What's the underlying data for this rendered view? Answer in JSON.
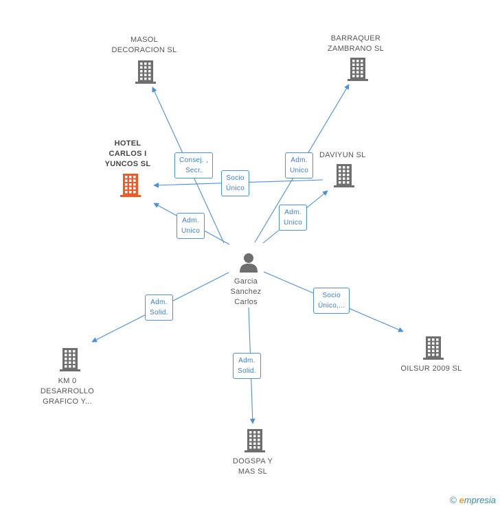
{
  "colors": {
    "edge": "#4a8fdc",
    "building": "#6e6e6e",
    "building_main": "#f05a28",
    "person": "#6e6e6e"
  },
  "center": {
    "lines": [
      "Garcia",
      "Sanchez",
      "Carlos"
    ],
    "icon": "person-icon"
  },
  "nodes": [
    {
      "id": "masol",
      "lines": [
        "MASOL",
        "DECORACION SL"
      ],
      "icon": "building-icon",
      "main": false
    },
    {
      "id": "barraquer",
      "lines": [
        "BARRAQUER",
        "ZAMBRANO  SL"
      ],
      "icon": "building-icon",
      "main": false
    },
    {
      "id": "hotel",
      "lines": [
        "HOTEL",
        "CARLOS I",
        "YUNCOS  SL"
      ],
      "icon": "building-icon",
      "main": true
    },
    {
      "id": "daviyun",
      "lines": [
        "DAVIYUN SL"
      ],
      "icon": "building-icon",
      "main": false
    },
    {
      "id": "km0",
      "lines": [
        "KM 0",
        "DESARROLLO",
        "GRAFICO Y..."
      ],
      "icon": "building-icon",
      "main": false
    },
    {
      "id": "oilsur",
      "lines": [
        "OILSUR 2009 SL"
      ],
      "icon": "building-icon",
      "main": false
    },
    {
      "id": "dogspa",
      "lines": [
        "DOGSPA Y",
        "MAS  SL"
      ],
      "icon": "building-icon",
      "main": false
    }
  ],
  "edges": [
    {
      "to": "masol",
      "lines": [
        "Consej. ,",
        "Secr."
      ]
    },
    {
      "to": "barraquer",
      "lines": [
        "Adm.",
        "Unico"
      ]
    },
    {
      "to": "hotel",
      "lines": [
        "Adm.",
        "Unico"
      ]
    },
    {
      "to": "daviyun",
      "lines": [
        "Adm.",
        "Unico"
      ]
    },
    {
      "to": "km0",
      "lines": [
        "Adm.",
        "Solid."
      ]
    },
    {
      "to": "oilsur",
      "lines": [
        "Socio",
        "Único,..."
      ]
    },
    {
      "to": "dogspa",
      "lines": [
        "Adm.",
        "Solid."
      ]
    },
    {
      "from": "daviyun",
      "to": "hotel",
      "lines": [
        "Socio",
        "Único"
      ]
    }
  ],
  "footer": {
    "copyright": "©",
    "brand_initial": "e",
    "brand_rest": "mpresia"
  }
}
